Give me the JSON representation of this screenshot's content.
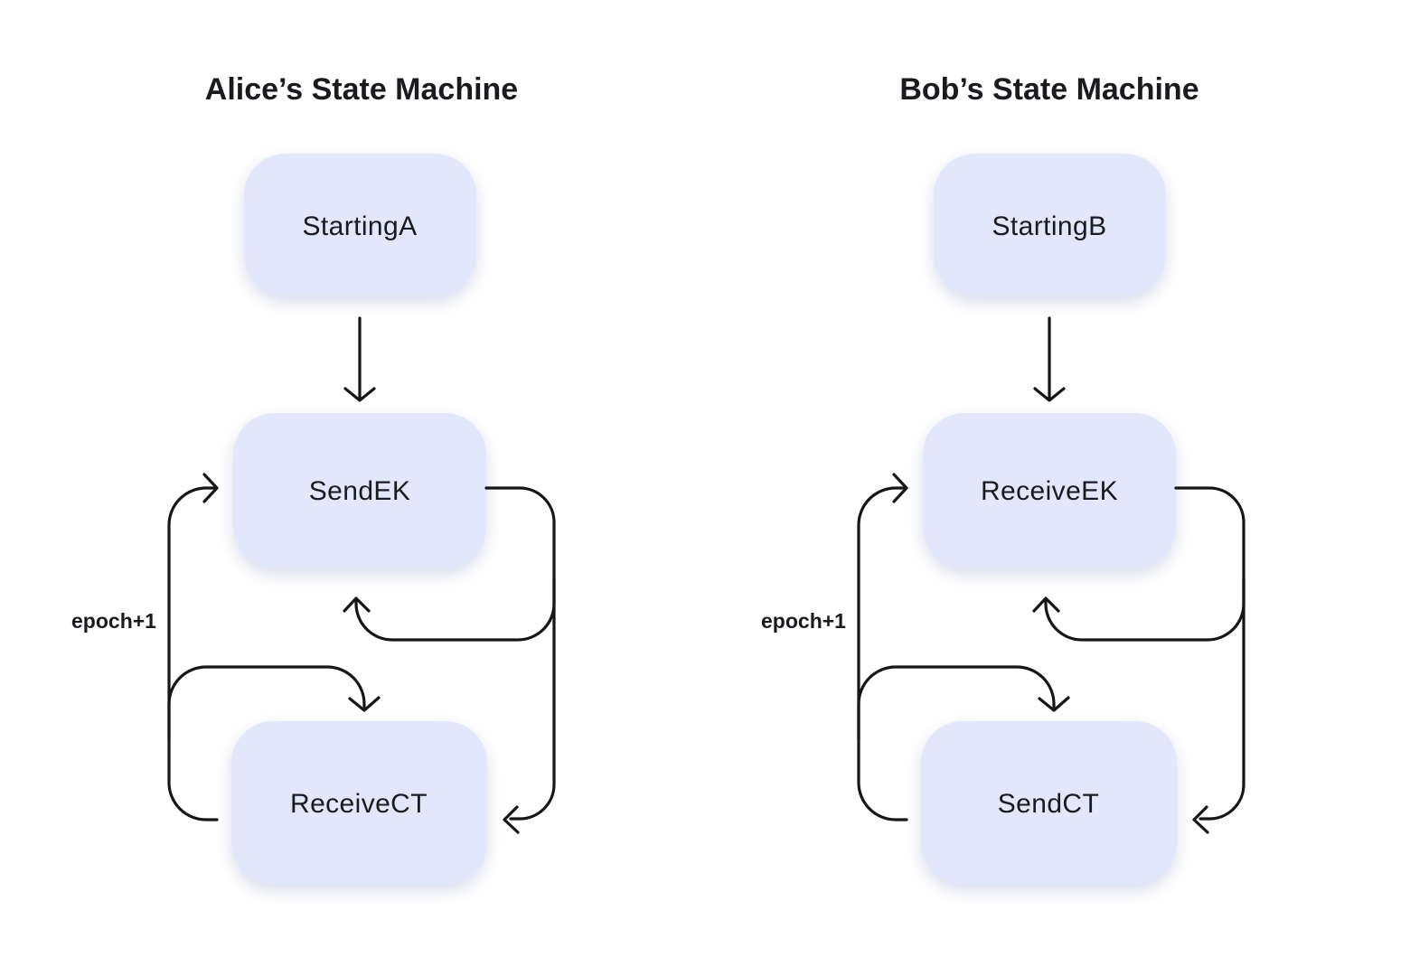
{
  "colors": {
    "box_fill": "#E2E7FC",
    "stroke": "#161616",
    "text": "#1B1B1F",
    "background": "#FFFFFF"
  },
  "machines": [
    {
      "title": "Alice’s State Machine",
      "start_state": "StartingA",
      "middle_state": "SendEK",
      "bottom_state": "ReceiveCT",
      "loop_label": "epoch+1",
      "edges": [
        {
          "from": "StartingA",
          "to": "SendEK",
          "label": ""
        },
        {
          "from": "SendEK",
          "to": "ReceiveCT",
          "label": ""
        },
        {
          "from": "ReceiveCT",
          "to": "SendEK",
          "label": "epoch+1"
        },
        {
          "from": "SendEK",
          "to": "SendEK",
          "label": ""
        },
        {
          "from": "ReceiveCT",
          "to": "ReceiveCT",
          "label": ""
        }
      ]
    },
    {
      "title": "Bob’s State Machine",
      "start_state": "StartingB",
      "middle_state": "ReceiveEK",
      "bottom_state": "SendCT",
      "loop_label": "epoch+1",
      "edges": [
        {
          "from": "StartingB",
          "to": "ReceiveEK",
          "label": ""
        },
        {
          "from": "ReceiveEK",
          "to": "SendCT",
          "label": ""
        },
        {
          "from": "SendCT",
          "to": "ReceiveEK",
          "label": "epoch+1"
        },
        {
          "from": "ReceiveEK",
          "to": "ReceiveEK",
          "label": ""
        },
        {
          "from": "SendCT",
          "to": "SendCT",
          "label": ""
        }
      ]
    }
  ]
}
